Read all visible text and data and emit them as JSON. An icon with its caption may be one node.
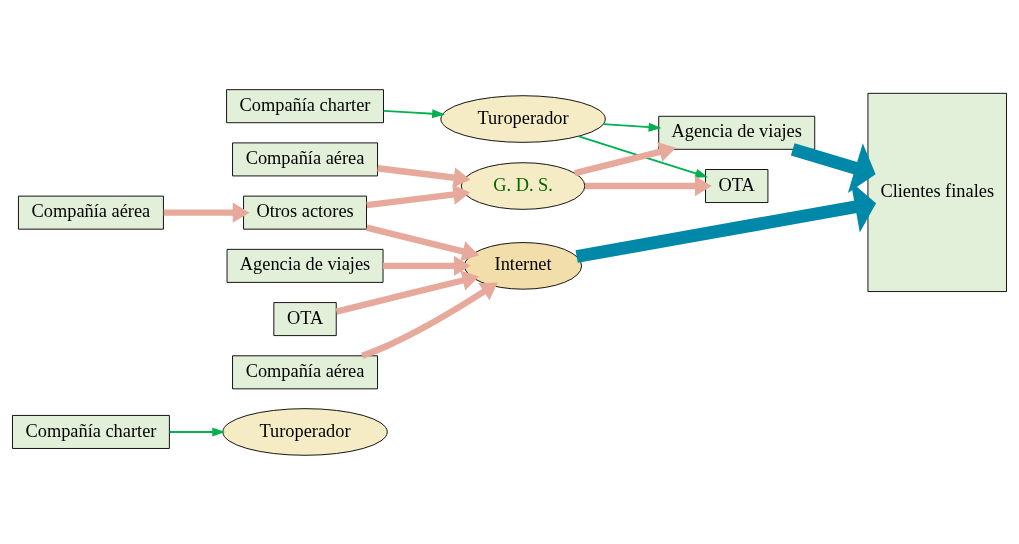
{
  "diagram": {
    "nodes": [
      {
        "text": [
          "Compañía charter"
        ]
      },
      {
        "text": [
          "Compañía charter"
        ]
      },
      {
        "text": [
          "Turoperador"
        ]
      },
      {
        "text": [
          "Turoperador"
        ]
      },
      {
        "text": [
          "G. D. S."
        ]
      },
      {
        "text": [
          "Agencia de viajes"
        ]
      },
      {
        "text": [
          "Agencia de viajes"
        ]
      },
      {
        "text": [
          "OTA"
        ]
      },
      {
        "text": [
          "OTA"
        ]
      },
      {
        "text": [
          "Compañía aérea"
        ]
      },
      {
        "text": [
          "Compañía aérea"
        ]
      },
      {
        "text": [
          "Compañía aérea"
        ]
      },
      {
        "text": [
          "Otros actores"
        ]
      },
      {
        "text": [
          "Internet"
        ]
      },
      {
        "text": [
          "Clientes finales"
        ]
      }
    ],
    "edges": [
      {
        "from": 0,
        "to": 2,
        "arrow": "to",
        "color": "#00b050"
      },
      {
        "from": 1,
        "to": 3,
        "arrow": "to",
        "color": "#00b050"
      },
      {
        "from": 3,
        "to": 7,
        "arrow": "to",
        "color": "#00b050"
      },
      {
        "from": 3,
        "to": 5,
        "arrow": "to",
        "color": "#00b050"
      },
      {
        "from": 4,
        "to": 5,
        "arrow": "to"
      },
      {
        "from": 4,
        "to": 7,
        "arrow": "to"
      },
      {
        "from": 9,
        "to": 4,
        "arrow": "to"
      },
      {
        "from": 12,
        "to": 4,
        "arrow": "to"
      },
      {
        "from": 10,
        "to": 12,
        "arrow": "to"
      },
      {
        "from": 12,
        "to": 13,
        "arrow": "to"
      },
      {
        "from": 11,
        "to": 13,
        "arrow": "to"
      },
      {
        "from": 8,
        "to": 13,
        "arrow": "to"
      },
      {
        "from": 6,
        "to": 13,
        "arrow": "to"
      },
      {
        "from": 5,
        "to": 14,
        "arrow": "to",
        "style": "thick",
        "color": "#0088a8"
      },
      {
        "from": 13,
        "to": 14,
        "arrow": "to",
        "style": "thick",
        "color": "#0088a8"
      }
    ]
  }
}
